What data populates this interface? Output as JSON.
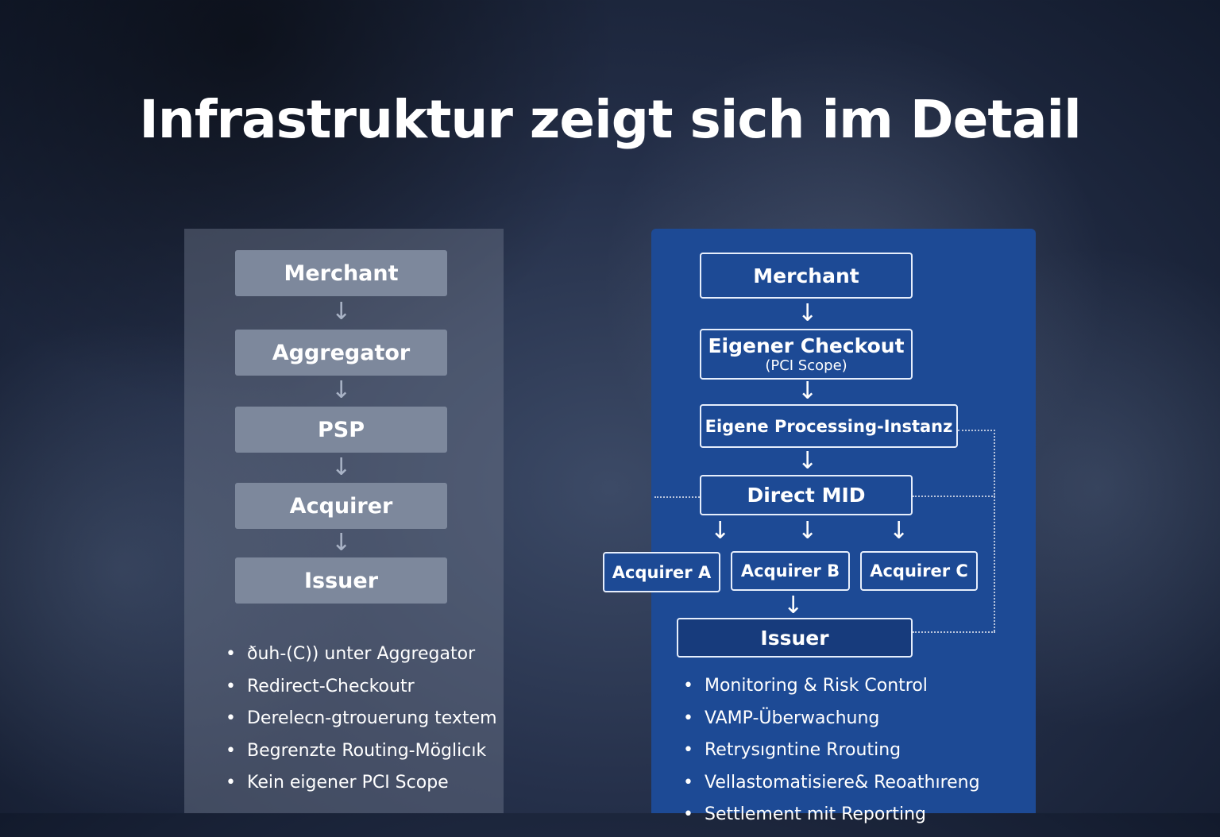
{
  "title": "Infrastruktur zeigt sich im Detail",
  "left": {
    "boxes": [
      "Merchant",
      "Aggregator",
      "PSP",
      "Acquirer",
      "Issuer"
    ],
    "bullets": [
      "ðuh-(C)) unter Aggregator",
      "Redirect-Checkoutr",
      "Derelecn-gtrouerung textem",
      "Begrenzte Routing-Möglicık",
      "Kein eigener PCI Scope"
    ]
  },
  "right": {
    "merchant": "Merchant",
    "checkout": "Eigener Checkout",
    "checkout_sub": "(PCI Scope)",
    "processing": "Eigene Processing-Instanz",
    "mid": "Direct MID",
    "acquirers": [
      "Acquirer A",
      "Acquirer B",
      "Acquirer C"
    ],
    "issuer": "Issuer",
    "bullets": [
      "Monitoring & Risk Control",
      "VAMP-Überwachung",
      "Retrysıgntine Rrouting",
      "Vellastomatisiere& Reoathıreng",
      "Settlement mit Reporting"
    ]
  }
}
